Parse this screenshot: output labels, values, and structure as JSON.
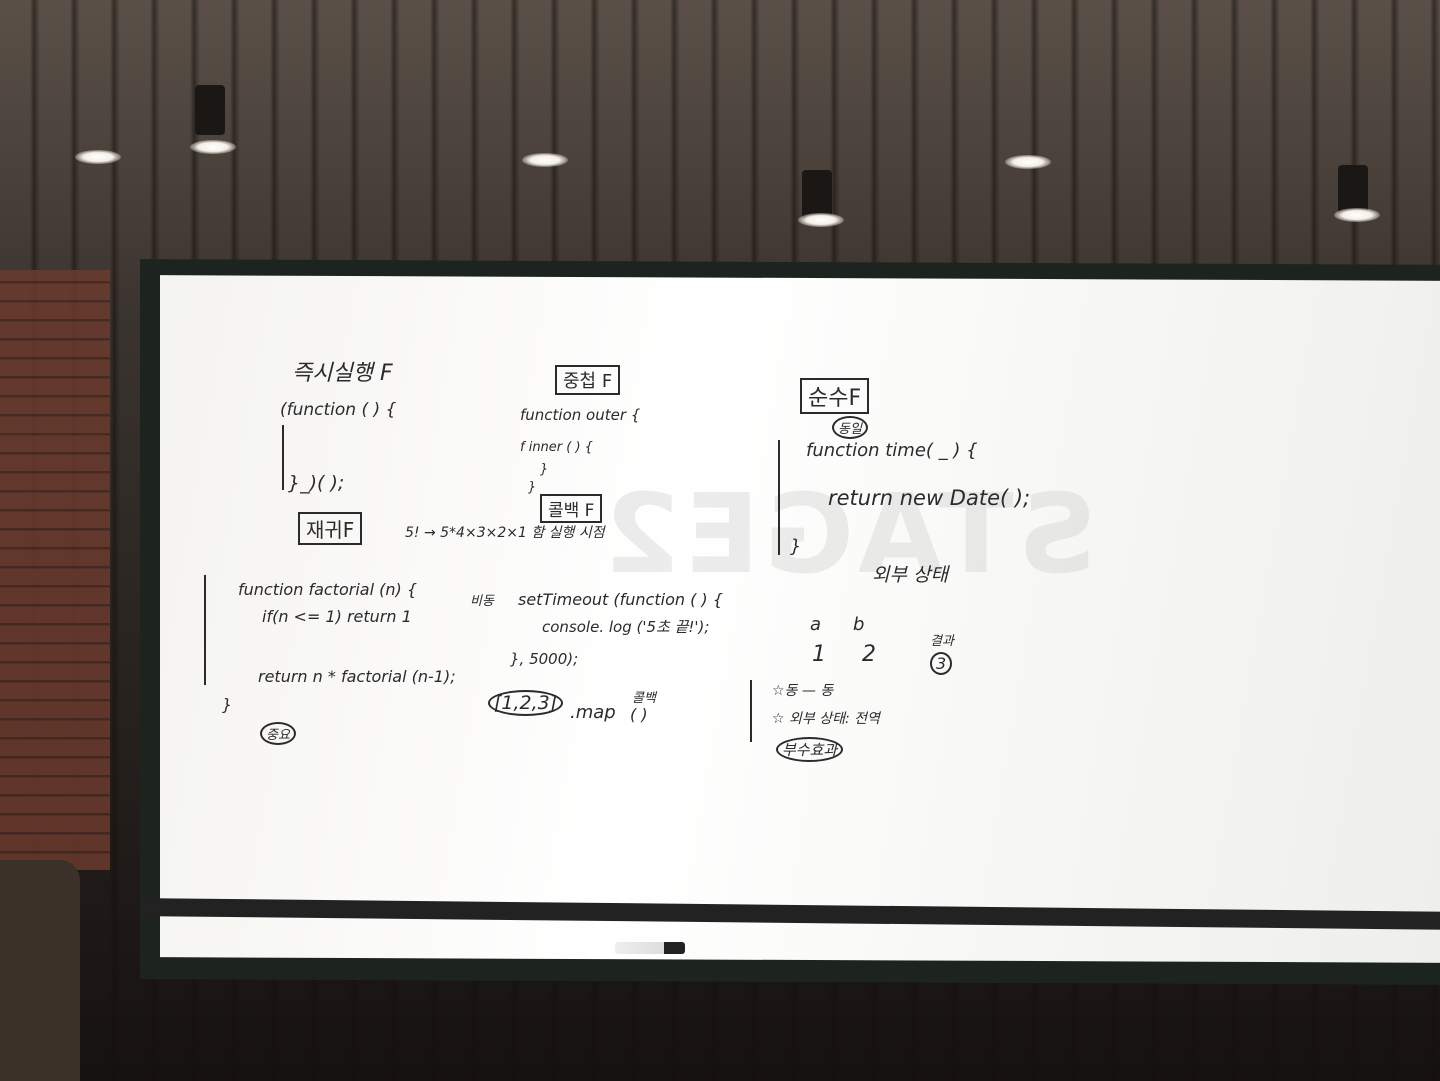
{
  "board": {
    "ghost_sign": "STAGE2",
    "iife": {
      "title": "즉시실행 F",
      "line1": "(function ( ) {",
      "line2": "}_)( );"
    },
    "nested": {
      "title": "중첩 F",
      "line1": "function outer {",
      "line2": "f  inner ( ) {",
      "line3": "}",
      "line4": "}"
    },
    "callback_title": "콜백 F",
    "recursion": {
      "title": "재귀F",
      "note": "5! → 5*4×3×2×1 함 실행 시점"
    },
    "pure": {
      "title": "순수F",
      "tag": "동일",
      "line1": "function time( _ ) {",
      "line2": "return new Date( );",
      "line3": "}",
      "external": "외부 상태"
    },
    "factorial": {
      "line1": "function factorial (n) {",
      "line2": "if(n <= 1) return 1",
      "line3": "return n * factorial (n-1);",
      "line4": "}",
      "badge": "중요"
    },
    "timeout": {
      "prefix": "비동",
      "line1": "setTimeout (function ( ) {",
      "line2": "console. log ('5초 끝!');",
      "line3": "}, 5000);"
    },
    "map": {
      "array": "[1,2,3]",
      "method": ".map",
      "callback": "콜백",
      "paren": "( )"
    },
    "table": {
      "headers": [
        "a",
        "b"
      ],
      "values": [
        "1",
        "2"
      ],
      "result_label": "결과",
      "result_value": "3"
    },
    "notes": {
      "n1": "☆동 — 동",
      "n2": "☆ 외부 상태: 전역",
      "n3": "부수효과"
    }
  }
}
